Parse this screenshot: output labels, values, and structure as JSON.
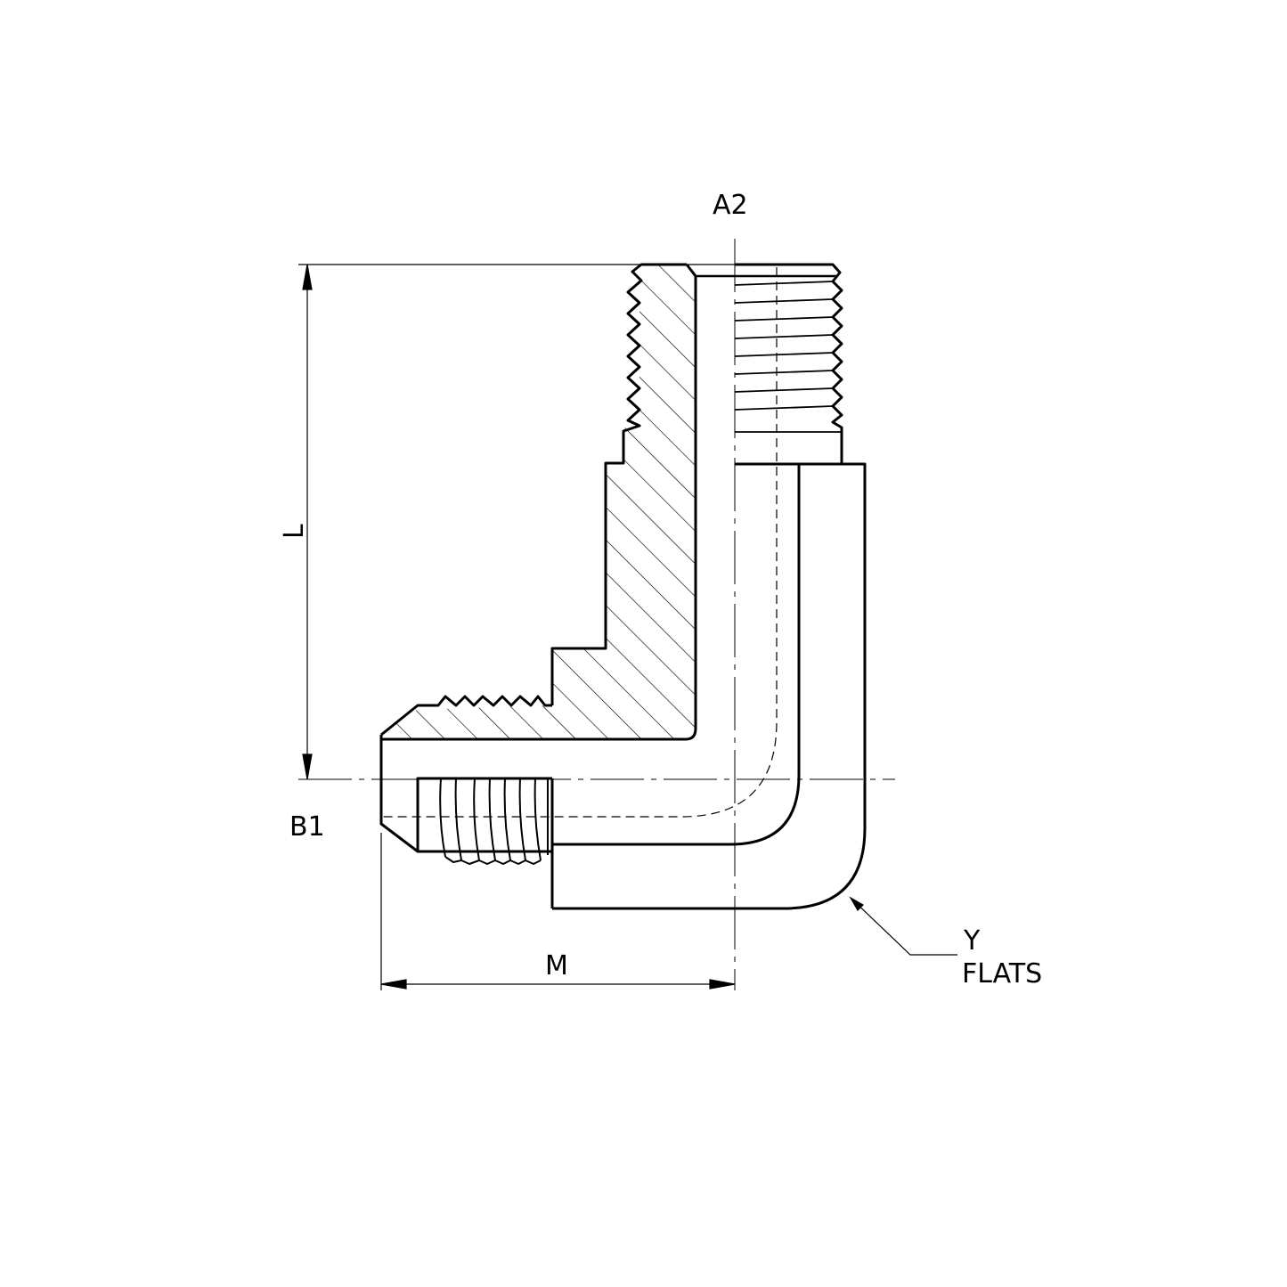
{
  "drawing": {
    "labels": {
      "port_a": "A2",
      "port_b": "B1",
      "length_dim": "L",
      "width_dim": "M",
      "flats_y": "Y",
      "flats_word": "FLATS"
    },
    "line_color": "#000000",
    "background": "#ffffff"
  }
}
